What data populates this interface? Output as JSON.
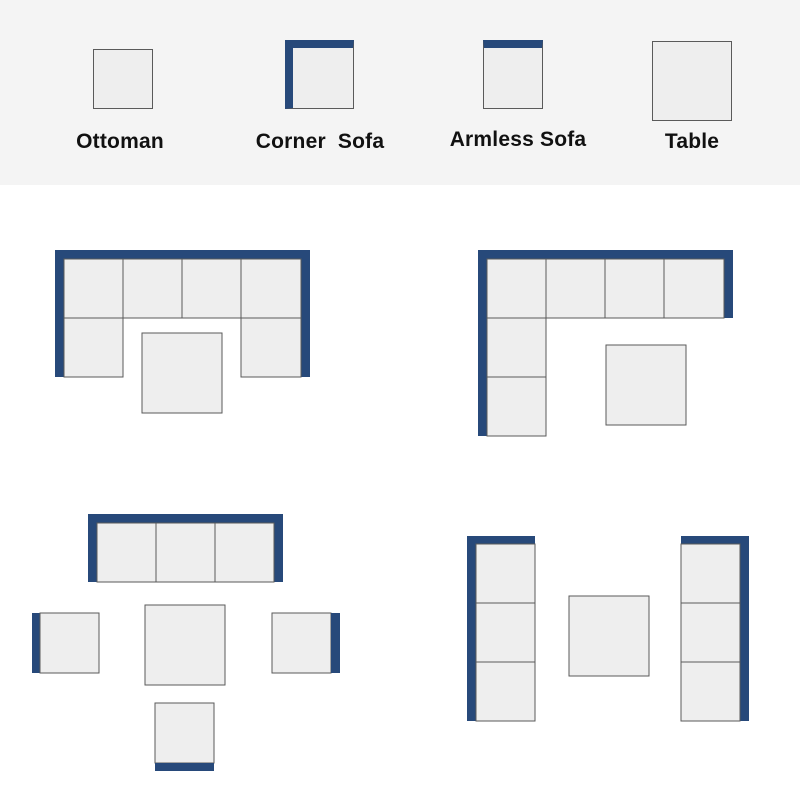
{
  "colors": {
    "frame": "#27497a",
    "cushion": "#eeeeee",
    "outline": "#5a5a5a",
    "band": "#f4f4f4"
  },
  "legend": [
    {
      "id": "ottoman",
      "label": "Ottoman"
    },
    {
      "id": "corner-sofa",
      "label": "Corner  Sofa"
    },
    {
      "id": "armless-sofa",
      "label": "Armless Sofa"
    },
    {
      "id": "table",
      "label": "Table"
    }
  ]
}
